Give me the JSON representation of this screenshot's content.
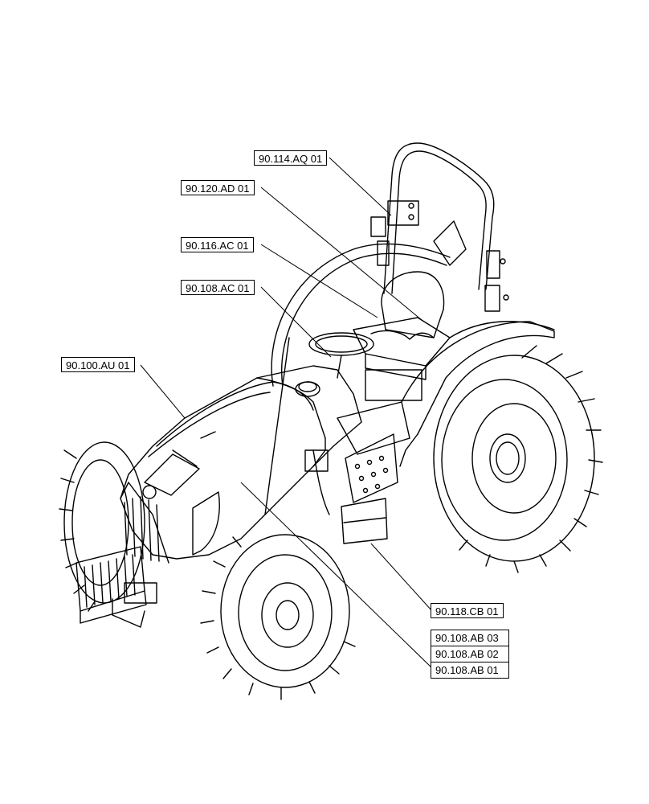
{
  "callouts": {
    "c1": "90.114.AQ 01",
    "c2": "90.120.AD 01",
    "c3": "90.116.AC 01",
    "c4": "90.108.AC 01",
    "c5": "90.100.AU 01",
    "c6": "90.118.CB 01"
  },
  "stack": [
    "90.108.AB 03",
    "90.108.AB 02",
    "90.108.AB 01"
  ]
}
